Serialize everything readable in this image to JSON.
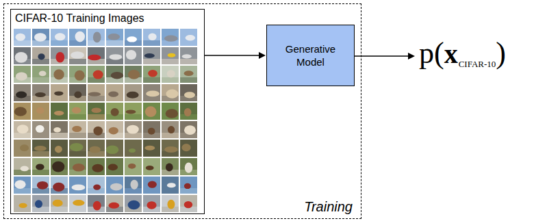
{
  "diagram": {
    "nodes": [
      {
        "text": [
          "Training"
        ]
      },
      {
        "text": [
          "CIFAR-10 Training Images"
        ],
        "in": 0
      },
      {
        "text": [
          "Generative Model"
        ],
        "in": 0
      },
      {
        "text": [
          "p(",
          "x",
          "CIFAR-10",
          ")"
        ]
      }
    ],
    "edges": [
      {
        "from": 1,
        "to": 2,
        "arrow": "to"
      },
      {
        "from": 2,
        "to": 3,
        "arrow": "to"
      }
    ]
  }
}
